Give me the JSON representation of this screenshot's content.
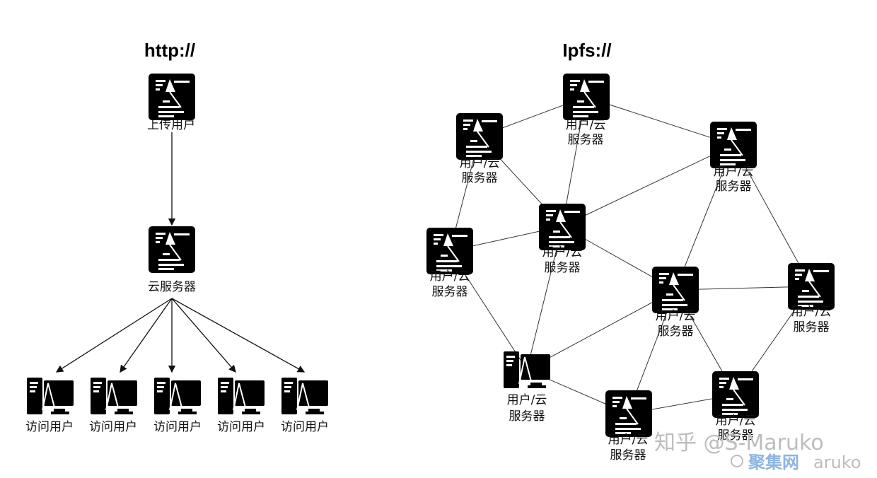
{
  "http_panel": {
    "title": "http://",
    "upload_user": "上传用户",
    "cloud_server": "云服务器",
    "visitors": [
      "访问用户",
      "访问用户",
      "访问用户",
      "访问用户",
      "访问用户"
    ]
  },
  "ipfs_panel": {
    "title": "Ipfs://",
    "node_label_line1": "用户/云",
    "node_label_line2": "服务器",
    "node_count": 10
  },
  "watermark": {
    "zhihu": "知乎 @S-Maruko",
    "site": "聚集网",
    "site_suffix": "aruko"
  }
}
